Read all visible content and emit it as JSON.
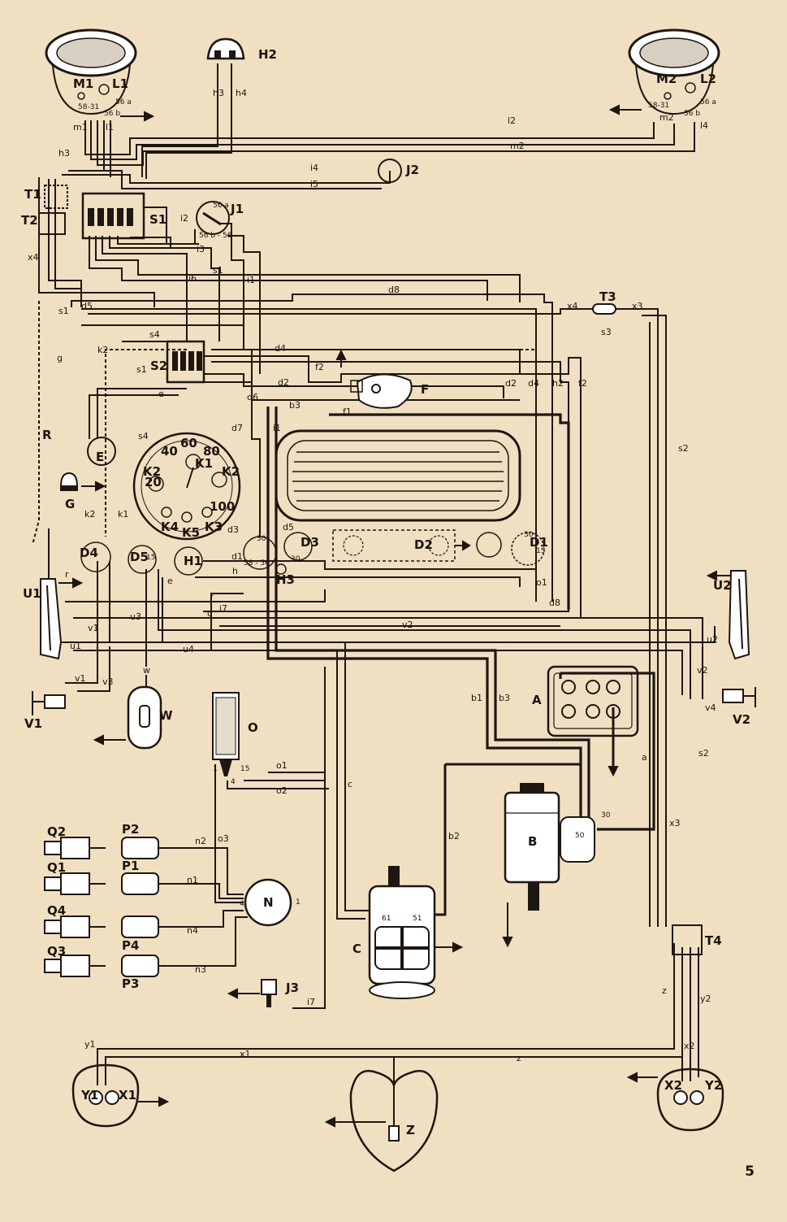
{
  "page": {
    "number": "5"
  },
  "components": {
    "M1": "M1",
    "L1": "L1",
    "M2": "M2",
    "L2": "L2",
    "H2": "H2",
    "J1": "J1",
    "J2": "J2",
    "J3": "J3",
    "T1": "T1",
    "T2": "T2",
    "T3": "T3",
    "T4": "T4",
    "S1": "S1",
    "S2": "S2",
    "F": "F",
    "E": "E",
    "G": "G",
    "R": "R",
    "K1": "K1",
    "K2a": "K2",
    "K2b": "K2",
    "K3": "K3",
    "K4": "K4",
    "K5": "K5",
    "H1": "H1",
    "H3": "H3",
    "D1": "D1",
    "D2": "D2",
    "D3": "D3",
    "D4": "D4",
    "D5": "D5",
    "U1": "U1",
    "U2": "U2",
    "V1": "V1",
    "V2": "V2",
    "W": "W",
    "O": "O",
    "A": "A",
    "B": "B",
    "C": "C",
    "N": "N",
    "P1": "P1",
    "P2": "P2",
    "P3": "P3",
    "P4": "P4",
    "Q1": "Q1",
    "Q2": "Q2",
    "Q3": "Q3",
    "Q4": "Q4",
    "X1": "X1",
    "X2": "X2",
    "Y1": "Y1",
    "Y2": "Y2",
    "Z": "Z"
  },
  "speedometer": {
    "s40": "40",
    "s60": "60",
    "s80": "80",
    "s20": "20",
    "s100": "100"
  },
  "terminals": {
    "hl_left": "56 a",
    "hl_left_b": "56 b",
    "hl_left_ground": "58-31",
    "hl_right": "56 a",
    "hl_right_b": "56 b",
    "hl_right_ground": "58-31",
    "j1_a": "56 a",
    "j1_b": "56 b - 56",
    "d4_a": "30",
    "d4_b": "58 - 56",
    "d3_a": "30",
    "d1_a": "30",
    "d1_b": "15",
    "d5_a": "15",
    "coil_1": "1",
    "coil_15": "15",
    "coil_4": "4",
    "dist_4": "4",
    "dist_1": "1",
    "starter_30": "30",
    "starter_50": "50",
    "gen_61": "61",
    "gen_51": "51"
  },
  "wires": {
    "h3_top": "h3",
    "h4_top": "h4",
    "m1": "m1",
    "l1": "l1",
    "l2": "l2",
    "m2_top": "m2",
    "m2_mid": "m2",
    "l4": "l4",
    "h3_left": "h3",
    "i4": "i4",
    "i5": "i5",
    "i2": "i2",
    "i3": "i3",
    "i1_top": "i1",
    "s1_top": "s1",
    "i6": "i6",
    "x4_left": "x4",
    "d5_left": "d5",
    "s1_left": "s1",
    "d8_top": "d8",
    "x4_right": "x4",
    "x3_top": "x3",
    "s3": "s3",
    "s2_top": "s2",
    "s4_top": "s4",
    "g": "g",
    "k2": "k2",
    "s1_mid": "s1",
    "d4_top": "d4",
    "d2_top": "d2",
    "f2_top": "f2",
    "f1": "f1",
    "e": "e",
    "d6": "d6",
    "b3_top": "b3",
    "d7": "d7",
    "i1_mid": "i1",
    "d2_right": "d2",
    "d4_right": "d4",
    "h2_right": "h2",
    "f2_right": "f2",
    "s2_right": "s2",
    "s4_left": "s4",
    "k2_left": "k2",
    "k1": "k1",
    "d3": "d3",
    "d5_mid": "d5",
    "d1": "d1",
    "h_mid": "h",
    "r": "r",
    "e_mid": "e",
    "r_mid": "r",
    "i7_mid": "i7",
    "c_mid": "c",
    "o1_mid": "o1",
    "d8_mid": "d8",
    "u3": "u3",
    "v2_mid": "v2",
    "v1": "v1",
    "u1": "u1",
    "u4": "u4",
    "u2": "u2",
    "v1_low": "v1",
    "v3": "v3",
    "w": "w",
    "v2_right": "v2",
    "v4": "v4",
    "b1": "b1",
    "b3_low": "b3",
    "a": "a",
    "o1": "o1",
    "o2": "o2",
    "o3": "o3",
    "c_low": "c",
    "b2": "b2",
    "n2": "n2",
    "n1": "n1",
    "n4": "n4",
    "n3": "n3",
    "i7_low": "i7",
    "x3_right": "x3",
    "s2_low": "s2",
    "z_right": "z",
    "y2": "y2",
    "x2": "x2",
    "y1": "y1",
    "x1": "x1",
    "z_bottom": "z"
  }
}
